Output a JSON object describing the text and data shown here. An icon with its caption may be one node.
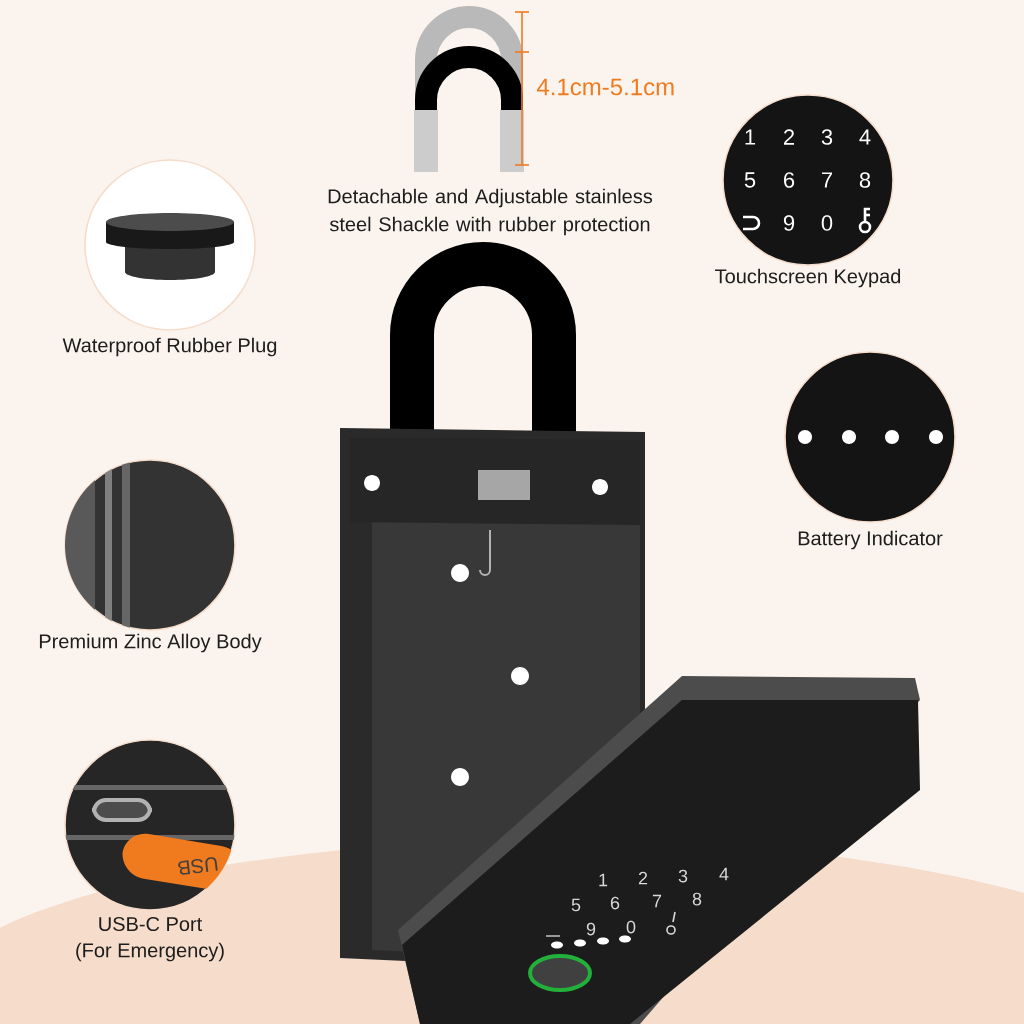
{
  "diagram": {
    "nodes": [
      {
        "text": [
          "Waterproof Rubber Plug"
        ]
      },
      {
        "text": [
          "Touchscreen Keypad"
        ]
      },
      {
        "text": [
          "Battery Indicator"
        ]
      },
      {
        "text": [
          "Premium Zinc Alloy Body"
        ]
      },
      {
        "text": [
          "USB-C Port",
          "(For Emergency)"
        ]
      }
    ],
    "labels": [
      "4.1cm-5.1cm",
      "Detachable and Adjustable stainless steel Shackle with rubber protection",
      "1",
      "2",
      "3",
      "4",
      "5",
      "6",
      "7",
      "8",
      "9",
      "0",
      "1",
      "2",
      "3",
      "4",
      "5",
      "6",
      "7",
      "8",
      "9",
      "0",
      "USB"
    ]
  }
}
